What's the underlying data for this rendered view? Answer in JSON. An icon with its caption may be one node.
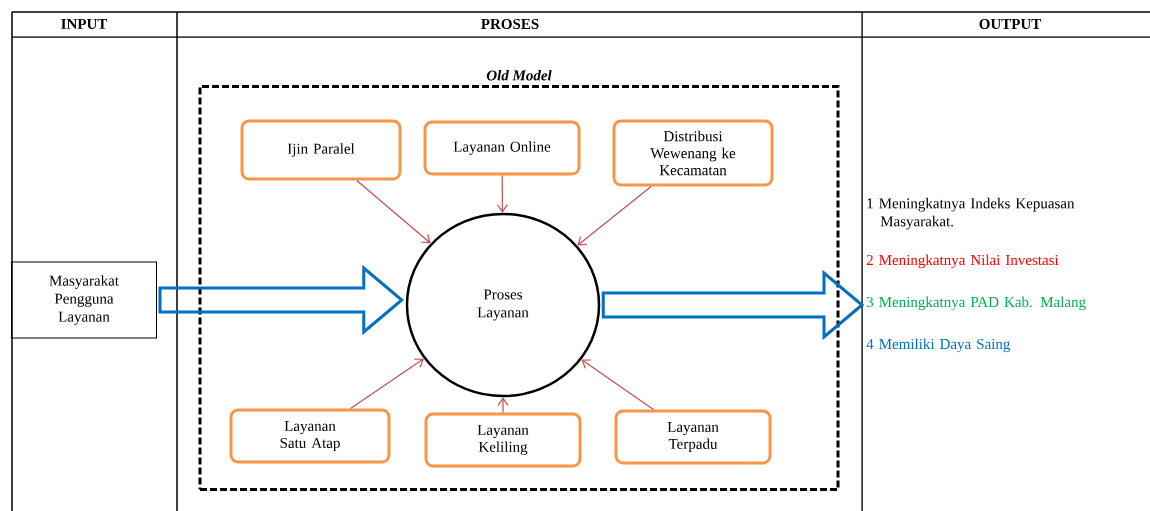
{
  "diagram": {
    "nodes": [
      {
        "text": [
          "Old Model"
        ]
      },
      {
        "text": [
          "Ijin Paralel"
        ],
        "in": 0
      },
      {
        "text": [
          "Layanan Online"
        ],
        "in": 0
      },
      {
        "text": [
          "Distribusi Wewenang ke Kecamatan"
        ],
        "in": 0
      },
      {
        "text": [
          "Proses Layanan"
        ],
        "in": 0
      },
      {
        "text": [
          "Layanan Satu Atap"
        ],
        "in": 0
      },
      {
        "text": [
          "Layanan Keliling"
        ],
        "in": 0
      },
      {
        "text": [
          "Layanan Terpadu"
        ],
        "in": 0
      },
      {
        "text": [
          "Masyarakat Pengguna Layanan"
        ]
      },
      {
        "text": [
          "1 Meningkatnya Indeks Kepuasan Masyarakat.",
          "2 Meningkatnya Nilai Investasi",
          "3 Meningkatnya PAD Kab. Malang",
          "4 Memiliki Daya Saing"
        ]
      }
    ],
    "edges": [
      {
        "from": 1,
        "to": 4,
        "arrow": "to"
      },
      {
        "from": 2,
        "to": 4,
        "arrow": "to"
      },
      {
        "from": 3,
        "to": 4,
        "arrow": "to"
      },
      {
        "from": 5,
        "to": 4,
        "arrow": "to"
      },
      {
        "from": 6,
        "to": 4,
        "arrow": "to"
      },
      {
        "from": 7,
        "to": 4,
        "arrow": "to"
      },
      {
        "from": 8,
        "to": 4,
        "arrow": "to",
        "style": "thick",
        "color": "#0070c0"
      },
      {
        "from": 4,
        "to": 9,
        "arrow": "to",
        "style": "thick",
        "color": "#0070c0"
      }
    ],
    "labels": [
      "INPUT",
      "PROSES",
      "OUTPUT"
    ]
  }
}
